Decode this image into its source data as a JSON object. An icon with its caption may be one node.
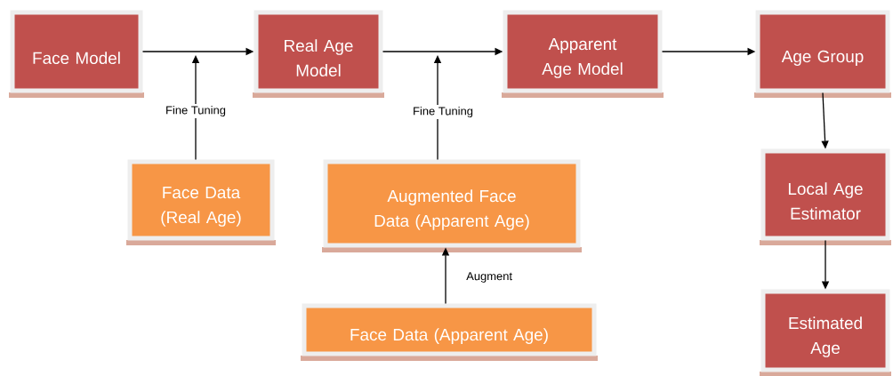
{
  "diagram": {
    "nodes": [
      {
        "text": [
          "Face Model"
        ]
      },
      {
        "text": [
          "Real Age Model"
        ]
      },
      {
        "text": [
          "Apparent Age Model"
        ]
      },
      {
        "text": [
          "Age Group"
        ]
      },
      {
        "text": [
          "Face Data (Real Age)"
        ]
      },
      {
        "text": [
          "Augmented Face Data (Apparent Age)"
        ]
      },
      {
        "text": [
          "Face Data (Apparent Age)"
        ]
      },
      {
        "text": [
          "Local Age Estimator"
        ]
      },
      {
        "text": [
          "Estimated Age"
        ]
      }
    ],
    "edges": [
      {
        "from": 0,
        "to": 1,
        "arrow": "to"
      },
      {
        "from": 1,
        "to": 2,
        "arrow": "to"
      },
      {
        "from": 2,
        "to": 3,
        "arrow": "to"
      },
      {
        "from": 4,
        "to": null,
        "arrow": "to",
        "label": "Fine Tuning"
      },
      {
        "from": 5,
        "to": null,
        "arrow": "to",
        "label": "Fine Tuning"
      },
      {
        "from": 6,
        "to": 5,
        "arrow": "to",
        "label": "Augment"
      },
      {
        "from": 3,
        "to": 7,
        "arrow": "to"
      },
      {
        "from": 7,
        "to": 8,
        "arrow": "to"
      }
    ]
  }
}
